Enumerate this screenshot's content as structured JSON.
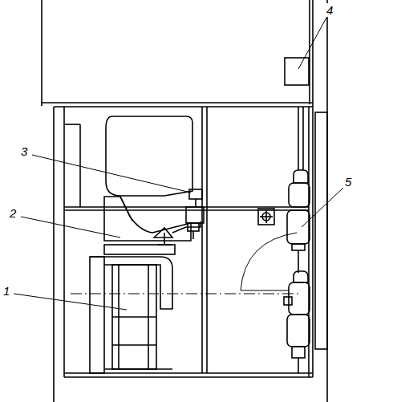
{
  "diagram": {
    "labels": [
      "4",
      "3",
      "5",
      "2",
      "1"
    ]
  }
}
